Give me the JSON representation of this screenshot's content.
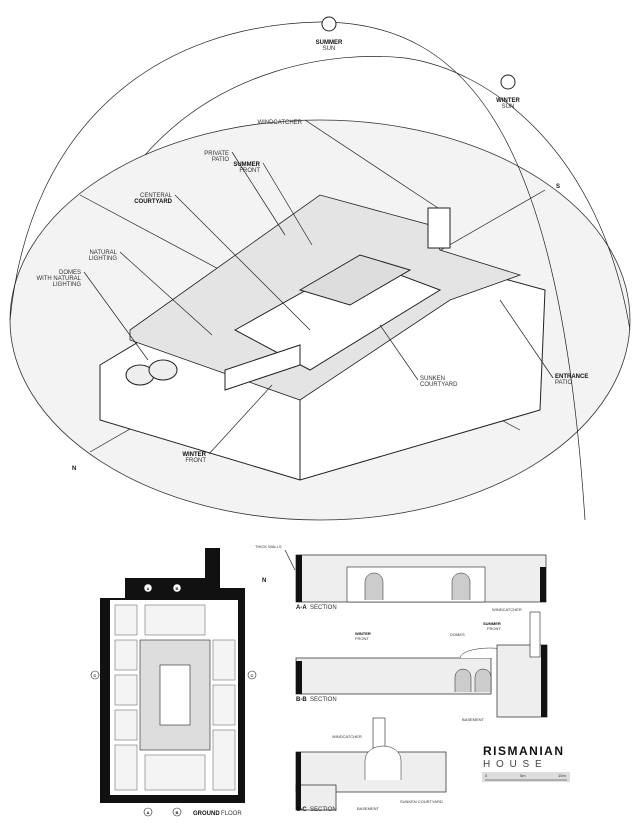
{
  "sun_path": {
    "summer_sun": {
      "title": "SUMMER",
      "sub": "SUN"
    },
    "winter_sun": {
      "title": "WINTER",
      "sub": "SUN"
    },
    "north": "N",
    "south": "S"
  },
  "axonometric_labels": {
    "windcatcher": "WINDCATCHER",
    "private_patio": [
      "PRIVATE",
      "PATIO"
    ],
    "summer_front": {
      "bold": "SUMMER",
      "sub": "FRONT"
    },
    "central_courtyard": {
      "sub": "CENTERAL",
      "bold": "COURTYARD"
    },
    "natural_lighting": [
      "NATURAL",
      "LIGHTING"
    ],
    "domes": [
      "DOMES",
      "WITH NATURAL",
      "LIGHTING"
    ],
    "sunken_courtyard": [
      "SUNKEN",
      "COURTYARD"
    ],
    "entrance_patio": {
      "bold": "ENTRANCE",
      "sub": "PATIO"
    },
    "winter_front": {
      "bold": "WINTER",
      "sub": "FRONT"
    }
  },
  "plan": {
    "title_bold": "GROUND",
    "title_rest": "FLOOR",
    "north": "N",
    "markers": [
      "A",
      "B",
      "C"
    ]
  },
  "sections": {
    "aa": {
      "bold": "A-A",
      "rest": "SECTION",
      "thick_walls": "THICK WALLS"
    },
    "bb": {
      "bold": "B-B",
      "rest": "SECTION",
      "winter_front": [
        "WINTER",
        "FRONT"
      ],
      "domes": "DOMES",
      "summer_front": [
        "SUMMER",
        "FRONT"
      ],
      "windcatcher": "WINDCATCHER",
      "basement": "BASEMENT"
    },
    "cc": {
      "bold": "C-C",
      "rest": "SECTION",
      "windcatcher": "WINDCATCHER",
      "basement": "BASEMENT",
      "sunken_courtyard": "SUNKEN COURTYARD"
    }
  },
  "title_block": {
    "line1": "RISMANIAN",
    "line2": "H O U S E",
    "scale": [
      "0",
      "5m",
      "10m"
    ]
  }
}
